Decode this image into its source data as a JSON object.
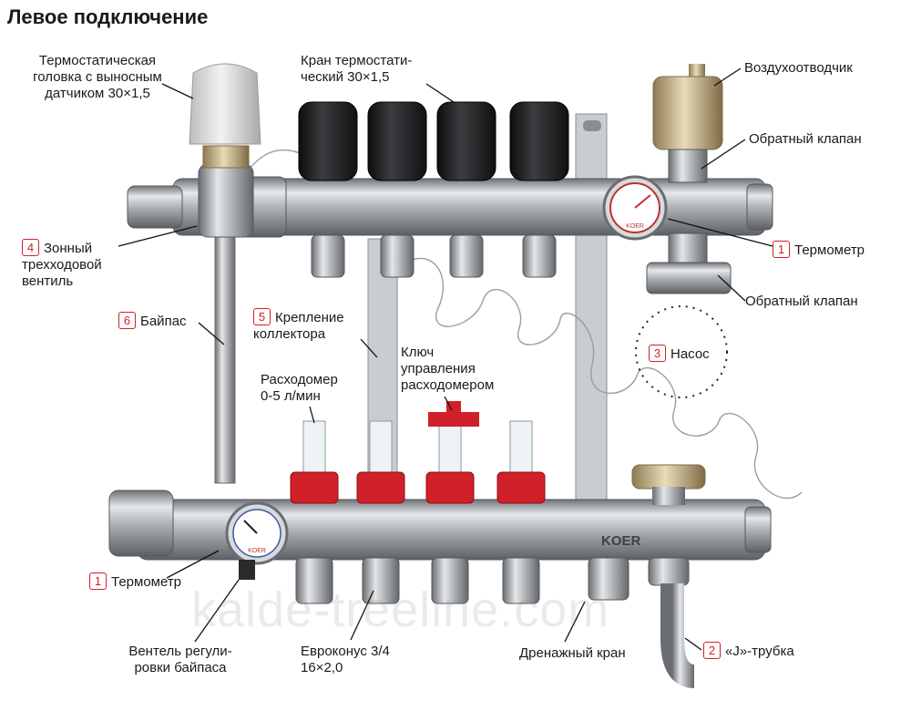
{
  "title": "Левое подключение",
  "watermark": "kalde-treeline.com",
  "brand": "KOER",
  "gauge_text": "KOER",
  "labels": {
    "thermo_head": "Термостатическая\nголовка с выносным\nдатчиком 30×1,5",
    "thermo_valve": "Кран термостати-\nческий 30×1,5",
    "air_vent": "Воздухоотводчик",
    "check_valve_top": "Обратный клапан",
    "thermometer_right": "Термометр",
    "check_valve_bottom": "Обратный клапан",
    "pump": "Насос",
    "zone_valve": "Зонный\nтрехходовой\nвентиль",
    "bypass": "Байпас",
    "mount": "Крепление\nколлектора",
    "key": "Ключ\nуправления\nрасходомером",
    "flowmeter": "Расходомер\n0-5 л/мин",
    "thermometer_left": "Термометр",
    "bypass_valve": "Вентель регули-\nровки байпаса",
    "eurocone": "Евроконус 3/4\n16×2,0",
    "drain": "Дренажный кран",
    "j_tube": "«J»-трубка"
  },
  "badges": {
    "thermometer_right": "1",
    "pump": "3",
    "zone_valve": "4",
    "bypass": "6",
    "mount": "5",
    "thermometer_left": "1",
    "j_tube": "2"
  },
  "colors": {
    "accent": "#d0202a",
    "metal": "#b9bcc0",
    "cap": "#1e1e20",
    "flow_red": "#d0202a"
  }
}
